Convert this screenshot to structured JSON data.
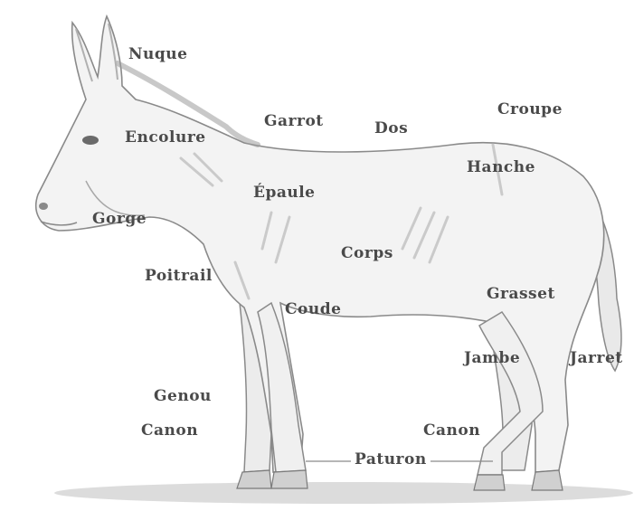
{
  "labels": {
    "nuque": "Nuque",
    "encolure": "Encolure",
    "garrot": "Garrot",
    "dos": "Dos",
    "croupe": "Croupe",
    "hanche": "Hanche",
    "epaule": "Épaule",
    "gorge": "Gorge",
    "corps": "Corps",
    "poitrail": "Poitrail",
    "coude": "Coude",
    "grasset": "Grasset",
    "jambe": "Jambe",
    "jarret": "Jarret",
    "genou": "Genou",
    "canon_front": "Canon",
    "canon_rear": "Canon",
    "paturon": "Paturon"
  },
  "colors": {
    "label": "#4a4a4a",
    "outline": "#8a8a8a",
    "body_fill": "#f3f3f3",
    "shade": "#c4c4c4",
    "ground": "#d6d6d6"
  }
}
